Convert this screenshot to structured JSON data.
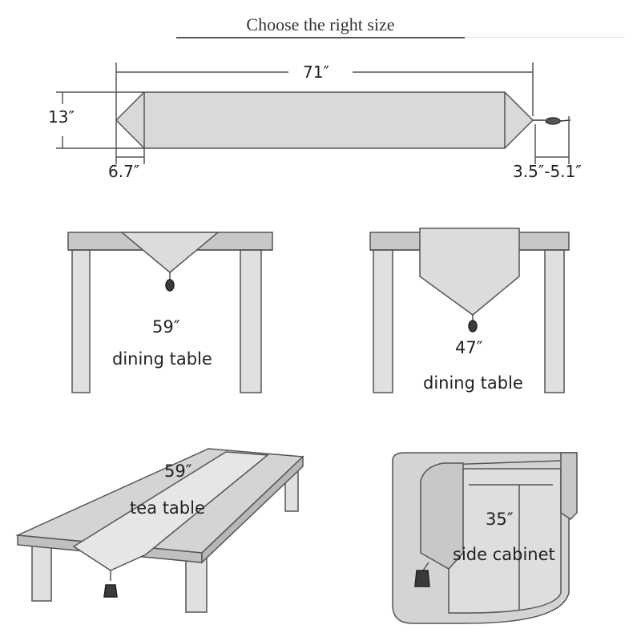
{
  "title": "Choose the right size",
  "runner": {
    "length": "71″",
    "width": "13″",
    "point_depth": "6.7″",
    "tassel_length": "3.5″-5.1″"
  },
  "scenes": {
    "dining1": {
      "size": "59″",
      "label": "dining table"
    },
    "dining2": {
      "size": "47″",
      "label": "dining table"
    },
    "tea": {
      "size": "59″",
      "label": "tea table"
    },
    "cabinet": {
      "size": "35″",
      "label": "side cabinet"
    }
  },
  "colors": {
    "line": "#555555",
    "fill": "#d9d9d9",
    "table": "#c8c8c8",
    "dark": "#3a3a3a"
  }
}
